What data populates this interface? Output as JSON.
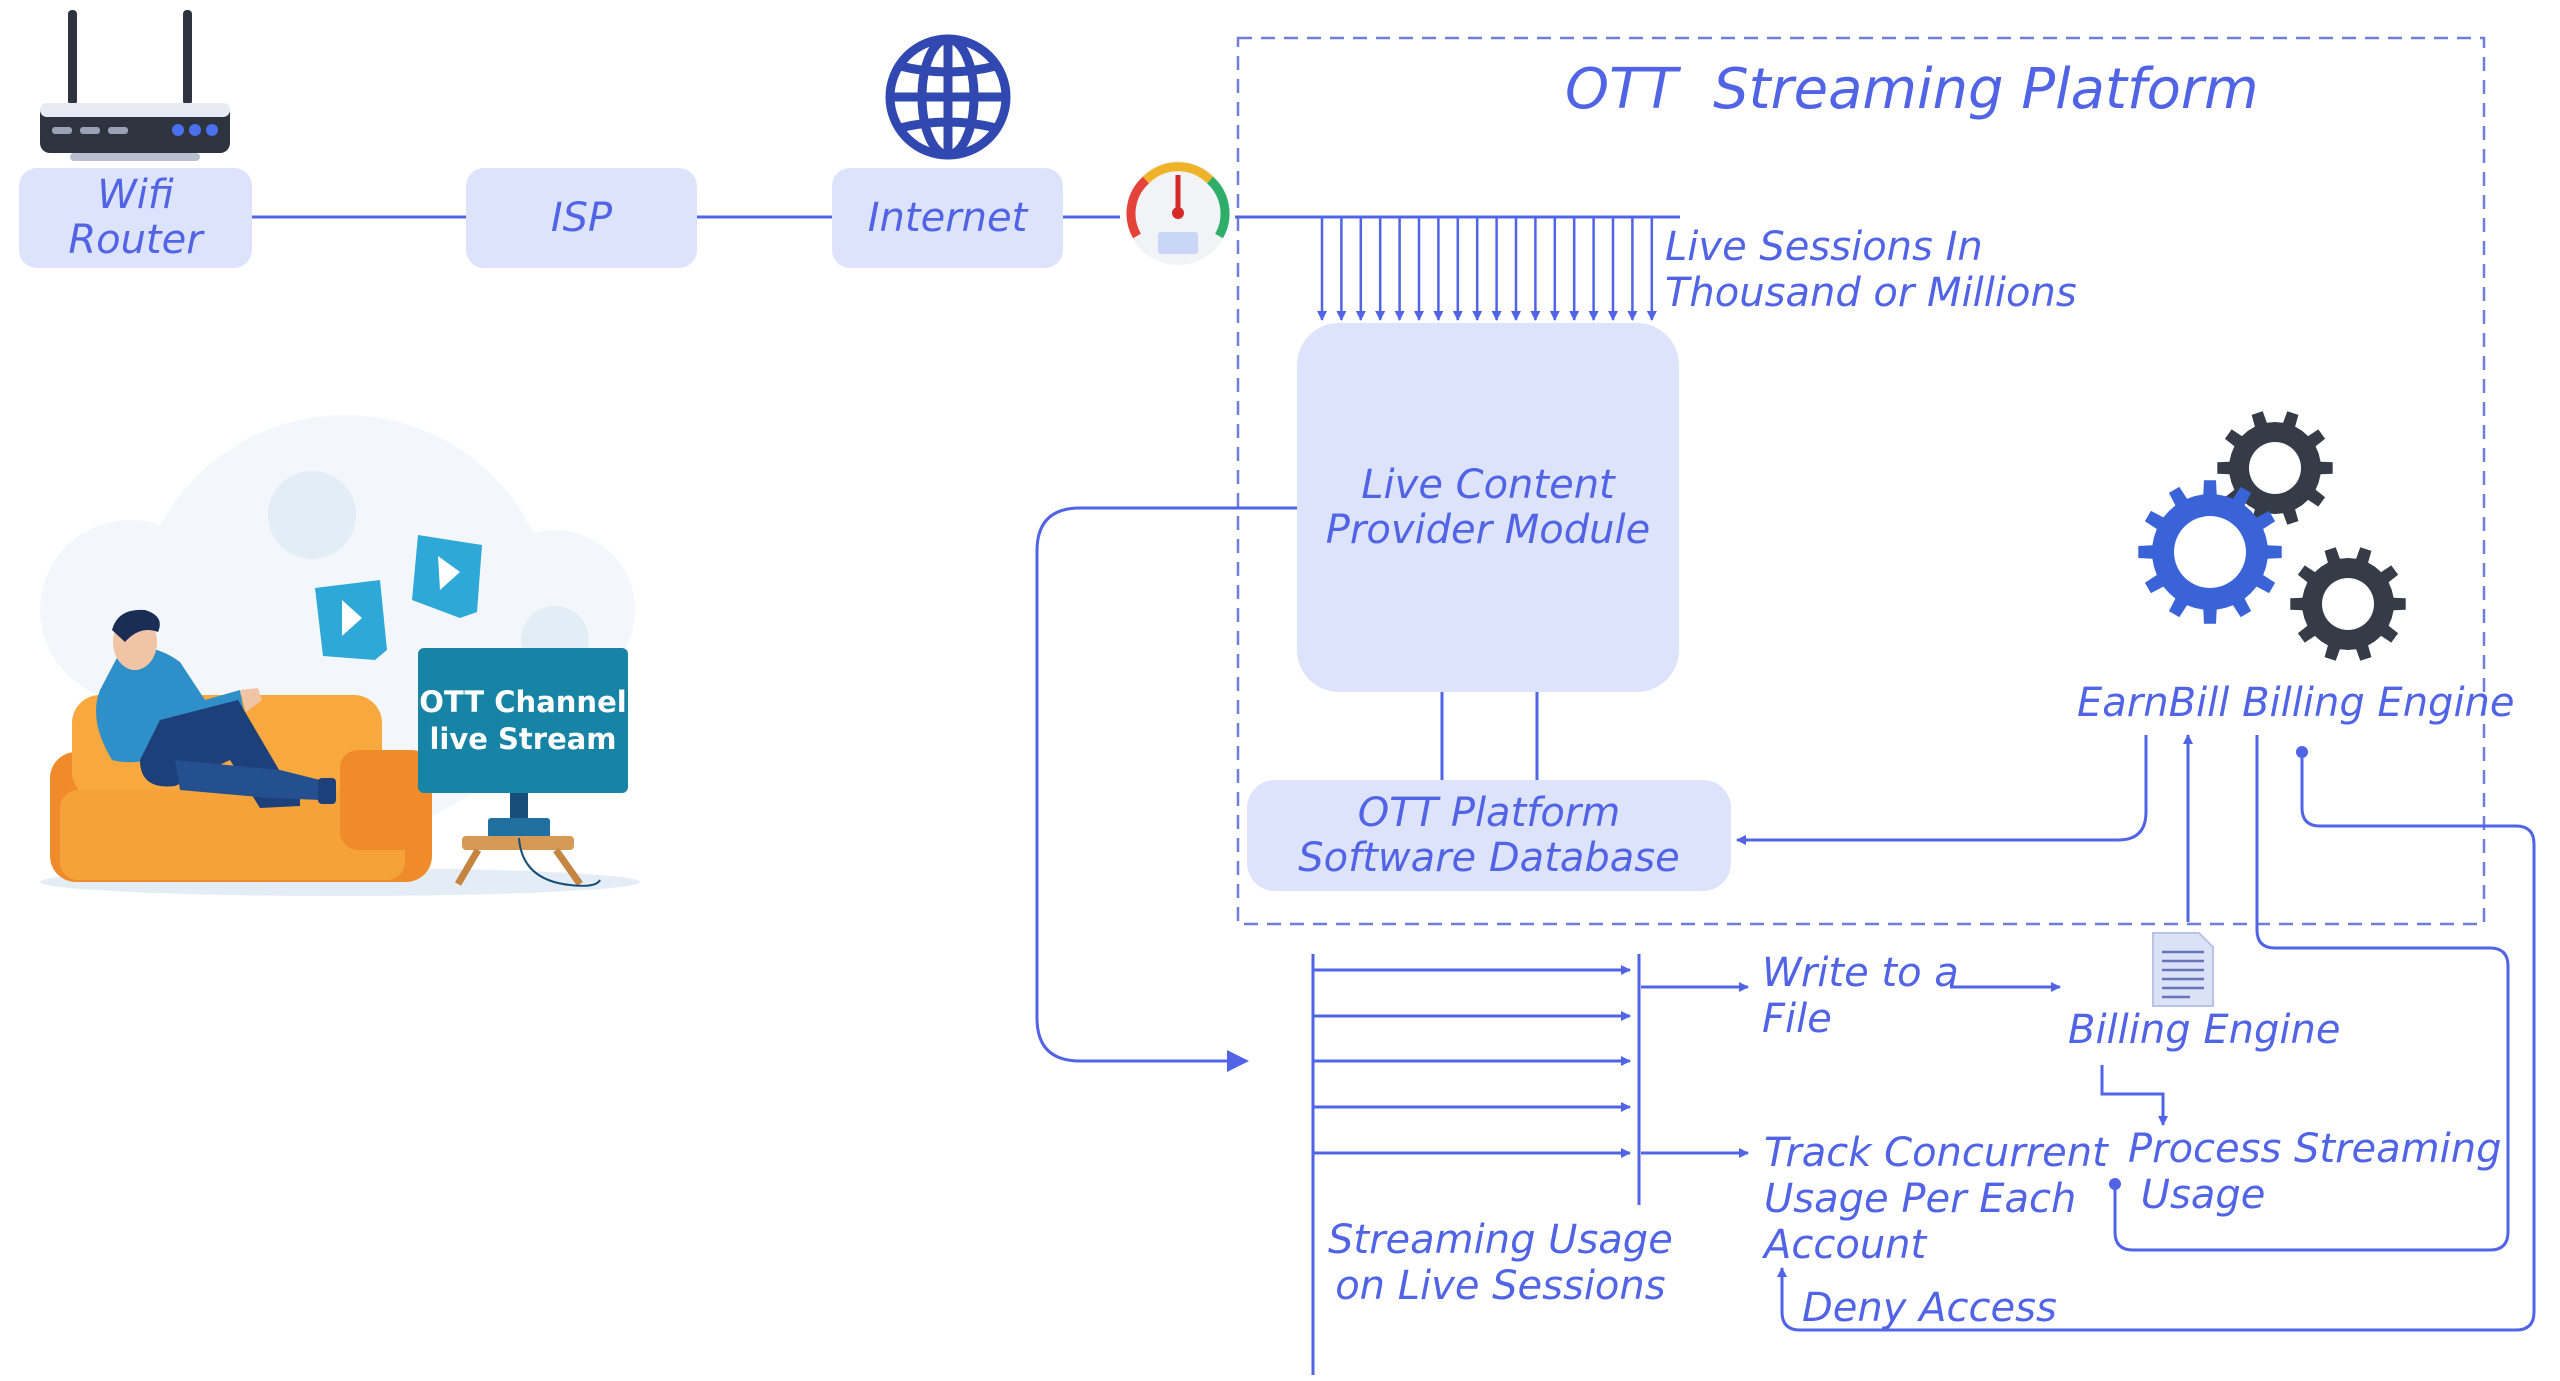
{
  "platform_title": "OTT  Streaming Platform",
  "nodes": {
    "wifi_router": "Wifi\nRouter",
    "isp": "ISP",
    "internet": "Internet",
    "live_content_provider": "Live Content\nProvider Module",
    "software_database": "OTT Platform\nSoftware Database"
  },
  "labels": {
    "live_sessions": "Live Sessions In\nThousand or Millions",
    "billing_engine_earnbill": "EarnBill Billing Engine",
    "write_to_file": "Write to a\nFile",
    "billing_engine": "Billing Engine",
    "process_streaming_usage": "Process Streaming\n Usage",
    "track_concurrent": "Track Concurrent\nUsage Per Each\nAccount",
    "deny_access": "Deny Access",
    "streaming_usage": "Streaming Usage\non Live Sessions"
  },
  "tv_text": "OTT Channel\nlive Stream",
  "colors": {
    "accent": "#5164e6",
    "box_fill": "#dde3fb",
    "gear_blue": "#3a63d8",
    "gear_dark": "#353c48",
    "tv_screen": "#1784a6"
  },
  "icons": [
    "router-icon",
    "globe-icon",
    "speedometer-icon",
    "gears-icon",
    "document-icon",
    "person-on-couch-illustration"
  ]
}
